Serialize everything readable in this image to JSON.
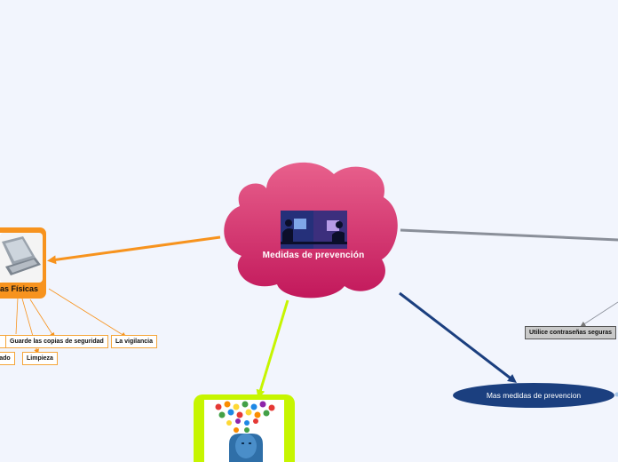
{
  "colors": {
    "background": "#f2f5fd",
    "cloud_top": "#e8608c",
    "cloud_bottom": "#c2185b",
    "orange": "#f7931e",
    "gray_link": "#8a8f99",
    "navy": "#1b3f7f",
    "lime": "#c6f500"
  },
  "central": {
    "title": "Medidas de prevención",
    "image_icon": "people-at-computers-image"
  },
  "physical": {
    "title": "as Físicas",
    "image_icon": "laptop-image",
    "children": [
      {
        "label": "Guarde las copias de seguridad"
      },
      {
        "label": "La vigilancia"
      },
      {
        "label": "olado"
      },
      {
        "label": "Limpieza"
      }
    ]
  },
  "security": {
    "password_label": "Utilice contraseñas seguras"
  },
  "more_measures": {
    "label": "Mas medidas de prevencion"
  },
  "mind": {
    "image_icon": "colorful-head-image"
  }
}
